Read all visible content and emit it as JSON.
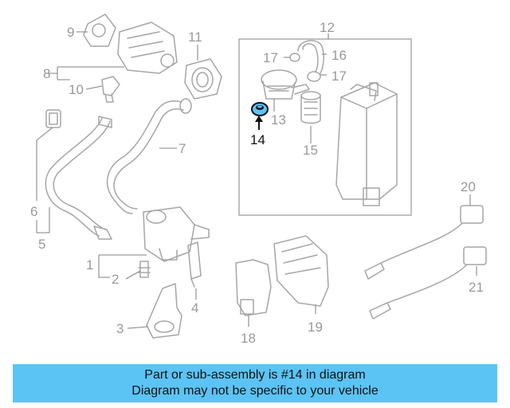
{
  "callouts": {
    "c1": "1",
    "c2": "2",
    "c3": "3",
    "c4": "4",
    "c5": "5",
    "c6": "6",
    "c7": "7",
    "c8": "8",
    "c9": "9",
    "c10": "10",
    "c11": "11",
    "c12": "12",
    "c13": "13",
    "c14": "14",
    "c15": "15",
    "c16": "16",
    "c17a": "17",
    "c17b": "17",
    "c18": "18",
    "c19": "19",
    "c20": "20",
    "c21": "21"
  },
  "highlight": {
    "part": "14",
    "color": "#5cc3f5"
  },
  "banner": {
    "line1": "Part or sub-assembly is #14 in diagram",
    "line2": "Diagram may not be specific to your vehicle",
    "color": "#5cc3f5"
  }
}
